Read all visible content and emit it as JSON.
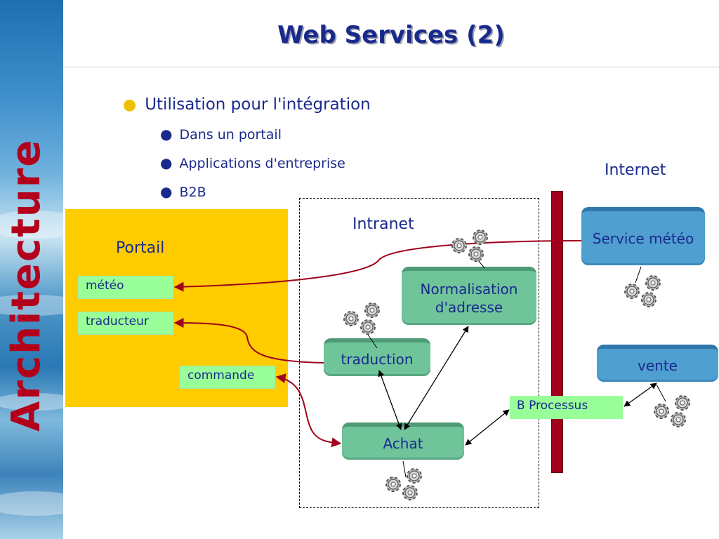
{
  "slide": {
    "title": "Web Services (2)",
    "sidebar_title": "Architecture"
  },
  "bullets": {
    "main": "Utilisation pour l'intégration",
    "sub": [
      "Dans un portail",
      "Applications d'entreprise",
      "B2B"
    ]
  },
  "diagram": {
    "internet_label": "Internet",
    "intranet_label": "Intranet",
    "portail": {
      "label": "Portail",
      "items": [
        "météo",
        "traducteur",
        "commande"
      ]
    },
    "services": {
      "normalisation": "Normalisation d'adresse",
      "traduction": "traduction",
      "achat": "Achat",
      "service_meteo": "Service météo",
      "vente": "vente",
      "b_processus": "B Processus"
    },
    "colors": {
      "portail": "#ffcc00",
      "firewall": "#a0001c",
      "title": "#1a2a8c",
      "sidebar_text": "#b3001b",
      "green_box": "#99ff99",
      "intranet_service": "#6fc49a",
      "internet_service": "#4f9fd0",
      "link": "#a0001c"
    }
  }
}
